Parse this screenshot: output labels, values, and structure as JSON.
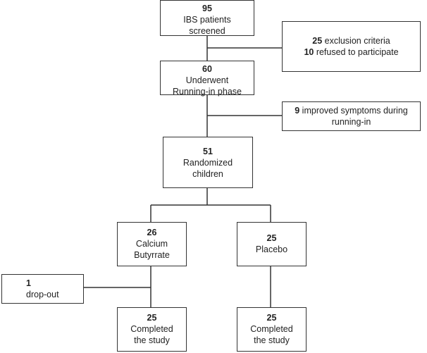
{
  "boxes": {
    "screened": {
      "num": "95",
      "l1": "IBS patients",
      "l2": "screened"
    },
    "excluded": {
      "n1": "25",
      "t1": " exclusion criteria",
      "n2": "10",
      "t2": " refused to participate"
    },
    "runin": {
      "num": "60",
      "l1": "Underwent",
      "l2": "Running-in phase"
    },
    "improved": {
      "n1": "9",
      "t1": " improved symptoms during",
      "t2": "running-in"
    },
    "randomized": {
      "num": "51",
      "l1": "Randomized",
      "l2": "children"
    },
    "butyrate": {
      "num": "26",
      "l1": "Calcium",
      "l2": "Butyrrate"
    },
    "placebo": {
      "num": "25",
      "l1": "Placebo"
    },
    "dropout": {
      "num": "1",
      "l1": "drop-out"
    },
    "completed_left": {
      "num": "25",
      "l1": "Completed",
      "l2": "the study"
    },
    "completed_right": {
      "num": "25",
      "l1": "Completed",
      "l2": "the study"
    }
  }
}
